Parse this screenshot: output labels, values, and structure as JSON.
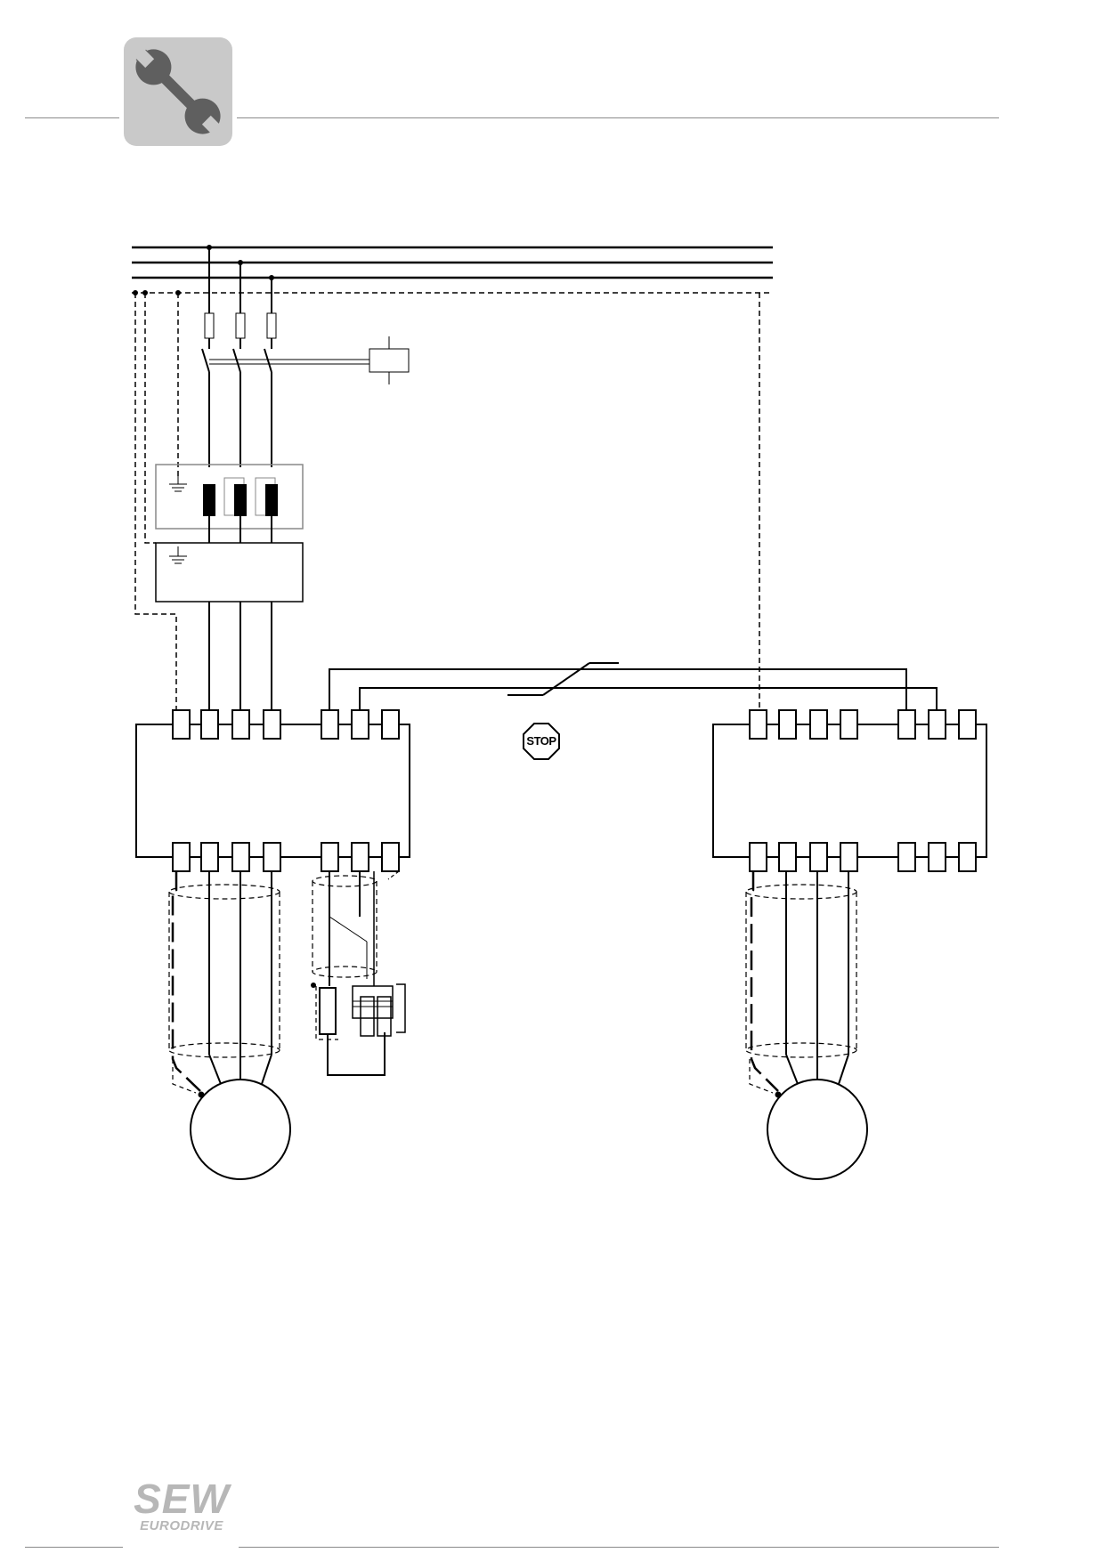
{
  "header": {
    "icon": "wrench-icon"
  },
  "diagram": {
    "stop_symbol_text": "STOP"
  },
  "footer": {
    "logo_line1": "SEW",
    "logo_line2": "EURODRIVE"
  },
  "colors": {
    "icon_tile": "#c9c9c9",
    "wrench": "#5f5f5f",
    "rule": "#8a8a8a",
    "line": "#000000",
    "logo": "#b7b7b7"
  }
}
